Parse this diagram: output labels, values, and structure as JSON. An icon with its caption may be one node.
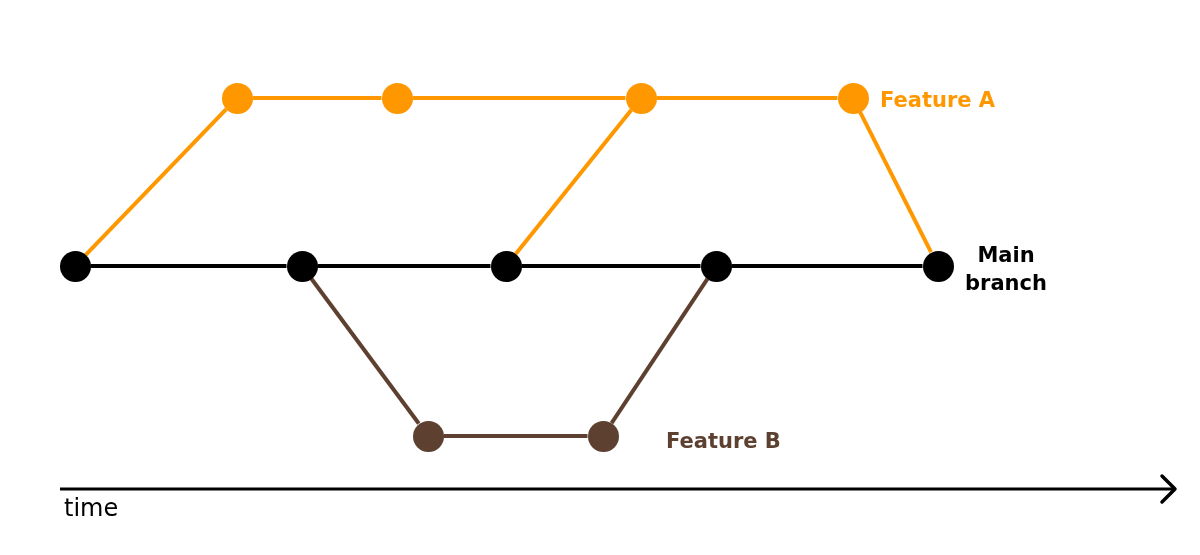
{
  "diagram": {
    "nodes": [
      {
        "text": [],
        "shape": "circle"
      },
      {
        "text": [],
        "shape": "circle"
      },
      {
        "text": [],
        "shape": "circle"
      },
      {
        "text": [],
        "shape": "circle"
      },
      {
        "text": [],
        "shape": "circle"
      },
      {
        "text": [],
        "shape": "circle"
      },
      {
        "text": [],
        "shape": "circle"
      },
      {
        "text": [],
        "shape": "circle"
      },
      {
        "text": [],
        "shape": "circle"
      },
      {
        "text": [],
        "shape": "circle"
      },
      {
        "text": [],
        "shape": "circle"
      }
    ],
    "edges": [
      {
        "from": 4,
        "to": 0,
        "arrow": "none"
      },
      {
        "from": 0,
        "to": 1,
        "arrow": "none"
      },
      {
        "from": 1,
        "to": 2,
        "arrow": "none"
      },
      {
        "from": 2,
        "to": 3,
        "arrow": "none"
      },
      {
        "from": 6,
        "to": 2,
        "arrow": "none"
      },
      {
        "from": 3,
        "to": 8,
        "arrow": "none"
      },
      {
        "from": 4,
        "to": 5,
        "arrow": "none",
        "color": "#000000"
      },
      {
        "from": 5,
        "to": 6,
        "arrow": "none",
        "color": "#000000"
      },
      {
        "from": 6,
        "to": 7,
        "arrow": "none",
        "color": "#000000"
      },
      {
        "from": 7,
        "to": 8,
        "arrow": "none",
        "color": "#000000"
      },
      {
        "from": 5,
        "to": 9,
        "arrow": "none",
        "color": "#5d4030"
      },
      {
        "from": 9,
        "to": 10,
        "arrow": "none",
        "color": "#5d4030"
      },
      {
        "from": 10,
        "to": 7,
        "arrow": "none",
        "color": "#5d4030"
      }
    ],
    "labels": [
      "Feature A",
      "Main branch",
      "Feature B",
      "time"
    ]
  }
}
